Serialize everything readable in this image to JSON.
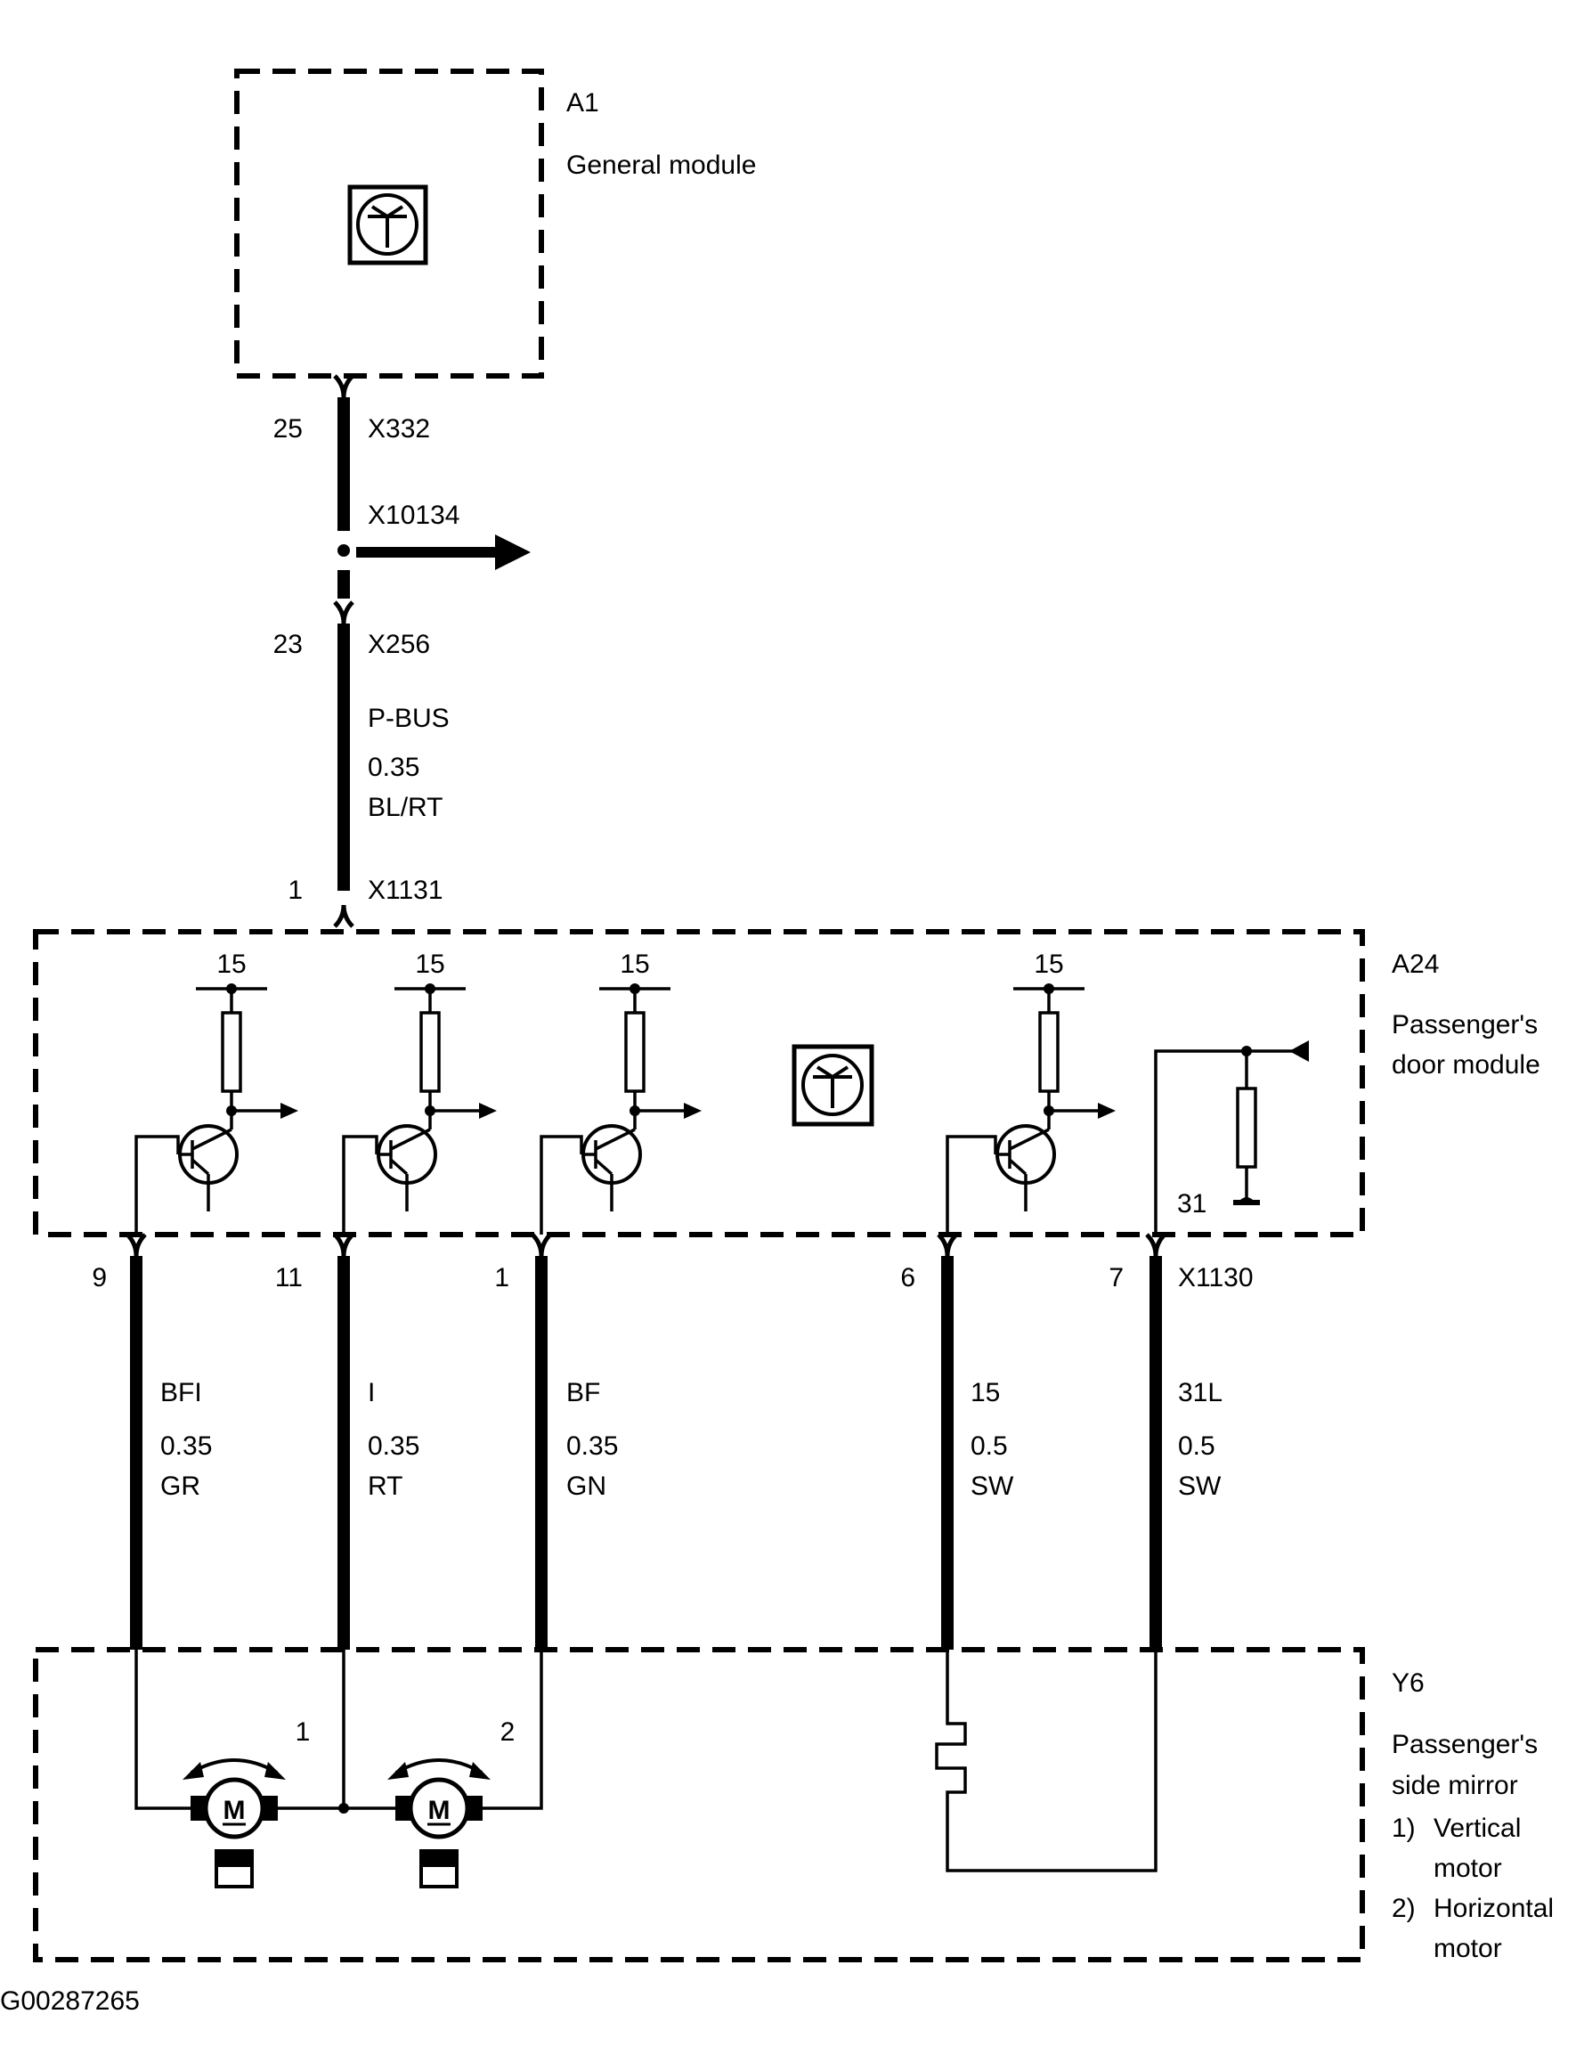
{
  "modules": {
    "a1": {
      "id": "A1",
      "name": "General module"
    },
    "a24": {
      "id": "A24",
      "name_line1": "Passenger's",
      "name_line2": "door module"
    },
    "y6": {
      "id": "Y6",
      "name_line1": "Passenger's",
      "name_line2": "side mirror",
      "item1_num": "1)",
      "item1_line1": "Vertical",
      "item1_line2": "motor",
      "item2_num": "2)",
      "item2_line1": "Horizontal",
      "item2_line2": "motor"
    }
  },
  "bus": {
    "pin_a1": "25",
    "conn_a1": "X332",
    "splice": "X10134",
    "pin_mid": "23",
    "conn_mid": "X256",
    "signal": "P-BUS",
    "gauge": "0.35",
    "color": "BL/RT",
    "pin_a24": "1",
    "conn_a24": "X1131"
  },
  "supply_labels": [
    "15",
    "15",
    "15",
    "15"
  ],
  "ground_pin": "31",
  "connector_x1130": "X1130",
  "wires": [
    {
      "pin": "9",
      "signal": "BFI",
      "gauge": "0.35",
      "color": "GR"
    },
    {
      "pin": "11",
      "signal": "I",
      "gauge": "0.35",
      "color": "RT"
    },
    {
      "pin": "1",
      "signal": "BF",
      "gauge": "0.35",
      "color": "GN"
    },
    {
      "pin": "6",
      "signal": "15",
      "gauge": "0.5",
      "color": "SW"
    },
    {
      "pin": "7",
      "signal": "31L",
      "gauge": "0.5",
      "color": "SW"
    }
  ],
  "motor_labels": [
    "1",
    "2"
  ],
  "motor_symbol": "M",
  "figure_id": "G00287265"
}
